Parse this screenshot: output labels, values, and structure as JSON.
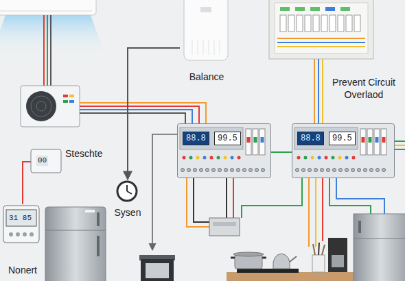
{
  "diagram": {
    "nodes": [
      {
        "text": [
          "88.8",
          "99.5"
        ]
      },
      {
        "text": [
          "88.8",
          "99.5"
        ]
      },
      {
        "text": [
          "Balance"
        ]
      },
      {
        "text": [
          "Sysen"
        ]
      },
      {
        "text": [
          "00",
          "Steschte"
        ]
      },
      {
        "text": [
          "31 85",
          "Nonert"
        ]
      }
    ],
    "edges": [
      {
        "from": 0,
        "to": 1,
        "arrow": "none"
      },
      {
        "from": 2,
        "to": 3,
        "arrow": "to"
      },
      {
        "from": 4,
        "to": 5,
        "arrow": "none"
      }
    ],
    "labels": [
      "Prevent Circuit Overlaod"
    ]
  }
}
